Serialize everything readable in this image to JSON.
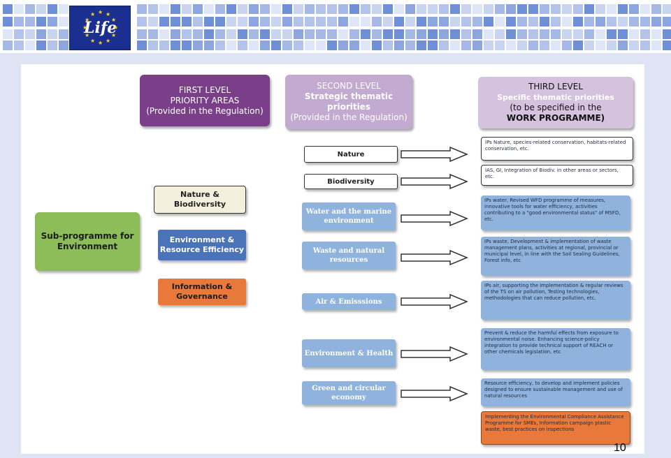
{
  "logo": {
    "text": "Life"
  },
  "page_number": "10",
  "colors": {
    "purple": "#7b3f8a",
    "light_purple": "#c3aad0",
    "green": "#8cbd58",
    "blue": "#4a73b8",
    "light_blue": "#8fb3dd",
    "orange": "#e8793a",
    "cream": "#f4f0dd"
  },
  "headers": {
    "first": [
      "FIRST LEVEL",
      "PRIORITY AREAS",
      "(Provided in the Regulation)"
    ],
    "second": [
      "SECOND LEVEL",
      "Strategic thematic",
      "priorities",
      "(Provided in the Regulation)"
    ],
    "third": [
      "THIRD LEVEL",
      "Specific thematic priorities",
      "(to be specified in the",
      "WORK PROGRAMME)"
    ]
  },
  "subprogramme": "Sub-programme for Environment",
  "priority_areas": [
    {
      "label": "Nature & Biodiversity"
    },
    {
      "label": "Environment & Resource Efficiency"
    },
    {
      "label": "Information & Governance"
    }
  ],
  "thematic": [
    {
      "label": "Nature"
    },
    {
      "label": "Biodiversity"
    },
    {
      "label": "Water and the marine environment"
    },
    {
      "label": "Waste and natural resources"
    },
    {
      "label": "Air & Emisssions"
    },
    {
      "label": "Environment & Health"
    },
    {
      "label": "Green and circular economy"
    }
  ],
  "details": [
    {
      "text": "IPs Nature, species-related conservation, habitats-related conservation, etc."
    },
    {
      "text": "IAS, GI, Integration of Biodiv. in other areas or sectors, etc."
    },
    {
      "text": "IPs water, Revised WFD programme of measures, innovative tools for water efficiency, activities contributing to a \"good environmental status\" of MSFD, etc."
    },
    {
      "text": "IPs waste, Development & implementation of waste management plans, activities at regional, provincial or municipal level, in line with the Soil Sealing Guidelines, Forest info, etc"
    },
    {
      "text": "IPs air, supporting the implementation & regular reviews of the TS on air pollution, Testing technologies, methodologies that can reduce pollution, etc."
    },
    {
      "text": "Prevent & reduce the harmful effects from exposure to environmental noise. Enhancing science-policy integration to provide technical support of REACH or other chemicals legislation, etc"
    },
    {
      "text": "Resource efficiency, to develop and implement policies designed to ensure sustainable management and use of natural resources"
    },
    {
      "text": "Implementing the Environmental Compliance Assistance Programme for SMEs, Information campaign plastic waste, best practices on inspections"
    }
  ]
}
